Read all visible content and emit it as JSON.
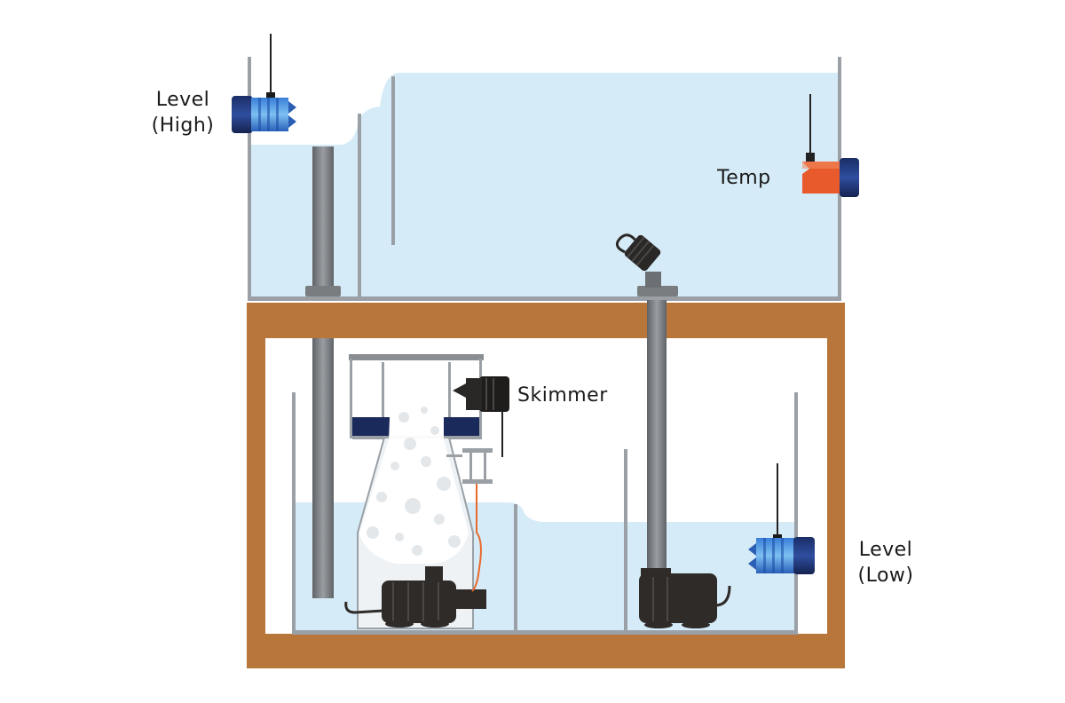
{
  "labels": {
    "level_high": {
      "line1": "Level",
      "line2": "(High)"
    },
    "temp": "Temp",
    "skimmer": "Skimmer",
    "level_low": {
      "line1": "Level",
      "line2": "(Low)"
    }
  },
  "colors": {
    "water": "#d6ebf8",
    "glass": "#9aa0a6",
    "cabinet": "#b8763a",
    "pipe": "#7a7d80",
    "pump": "#2e2b29",
    "sensor_blue": "#1e4fa8",
    "sensor_navy": "#1a2a5a",
    "temp_probe": "#e85a2c",
    "wire": "#e8692c"
  }
}
